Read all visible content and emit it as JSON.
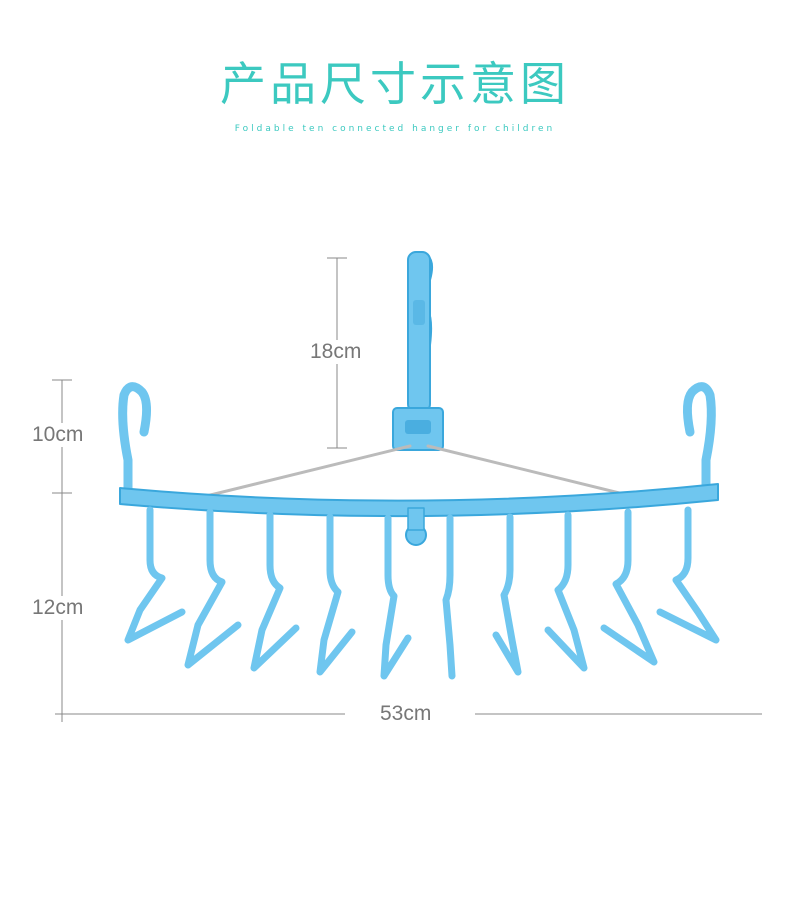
{
  "title": "产品尺寸示意图",
  "subtitle": "Foldable ten connected hanger for children",
  "dimensions": {
    "hook_height": "18cm",
    "side_hook_height": "10cm",
    "hanger_drop": "12cm",
    "total_width": "53cm"
  },
  "colors": {
    "accent": "#3cc9c0",
    "product": "#6fc6ef",
    "product_dark": "#3aa7dc",
    "dimension_line": "#888888"
  },
  "icons": [
    "hanger-product-illustration"
  ]
}
